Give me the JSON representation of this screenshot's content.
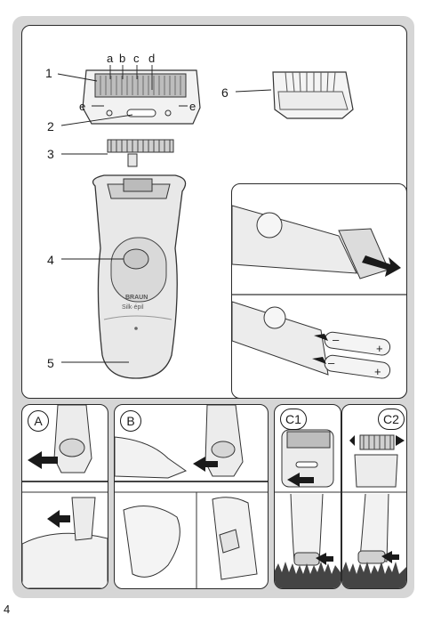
{
  "page_number": "4",
  "main_figure": {
    "callouts": [
      "1",
      "2",
      "3",
      "4",
      "5",
      "6"
    ],
    "head_parts": [
      "a",
      "b",
      "c",
      "d"
    ],
    "side_parts": [
      "e",
      "e"
    ],
    "device_brand": "BRAUN",
    "device_model": "Silk·épil"
  },
  "battery_figure": {
    "signs": [
      "–",
      "+",
      "–",
      "+"
    ]
  },
  "steps": {
    "a": "A",
    "b": "B",
    "c1": "C1",
    "c2": "C2"
  },
  "colors": {
    "frame": "#d6d6d6",
    "device_body": "#e8e8e8",
    "arrow": "#1a1a1a"
  }
}
